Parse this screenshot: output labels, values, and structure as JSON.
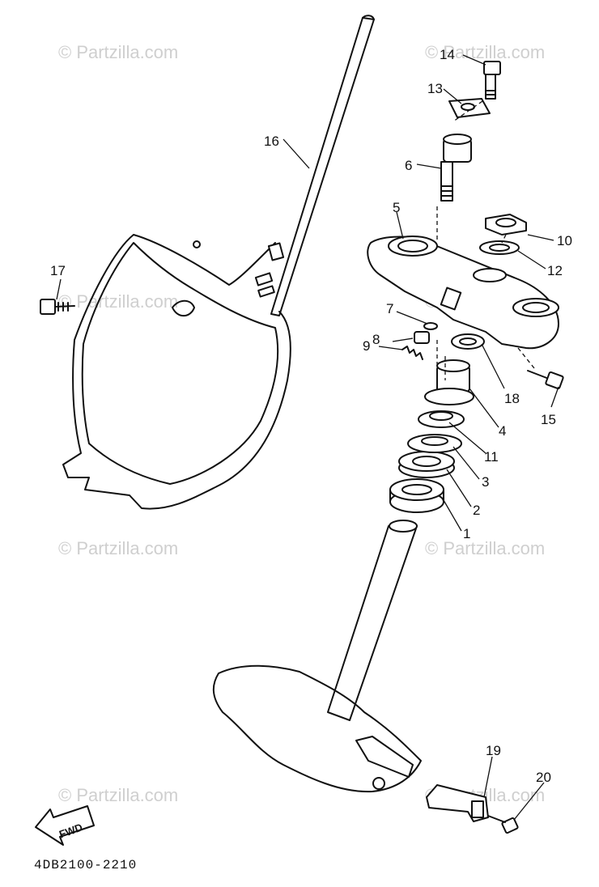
{
  "watermark": "© Partzilla.com",
  "diagram_code": "4DB2100-2210",
  "fwd_label": "FWD",
  "callouts": [
    "1",
    "2",
    "3",
    "4",
    "5",
    "6",
    "7",
    "8",
    "9",
    "10",
    "11",
    "12",
    "13",
    "14",
    "15",
    "16",
    "17",
    "18",
    "19",
    "20"
  ]
}
